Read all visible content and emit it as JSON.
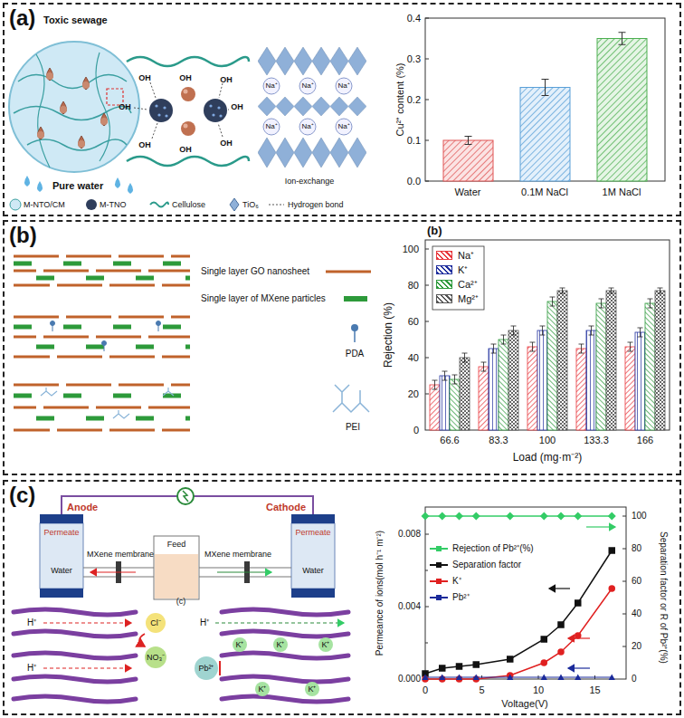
{
  "diagram": {
    "nodes": [
      {
        "text": [
          "(a)"
        ]
      },
      {
        "text": [
          "(b)"
        ]
      },
      {
        "text": [
          "(c)"
        ]
      }
    ],
    "labels": [
      "Toxic sewage",
      "Pure water",
      "OH",
      "OH",
      "OH",
      "OH",
      "OH",
      "OH",
      "OH",
      "OH",
      "Ion-exchange",
      "Na⁺",
      "Na⁺",
      "Na⁺",
      "Na⁺",
      "Na⁺",
      "Na⁺",
      "0.0",
      "0.1",
      "0.2",
      "0.3",
      "0.4",
      "Cu²⁺ content (%)",
      "Water",
      "0.1M NaCl",
      "1M NaCl",
      "(b)",
      "0",
      "20",
      "40",
      "60",
      "80",
      "100",
      "66.6",
      "83.3",
      "100",
      "133.3",
      "166",
      "Load (mg·m⁻²)",
      "Rejection (%)",
      "Anode",
      "Cathode",
      "Permeate",
      "Permeate",
      "Water",
      "Water",
      "Feed",
      "MXene membrane",
      "MXene membrane",
      "H⁺",
      "H⁺",
      "Cl⁻",
      "NO₃⁻",
      "H⁺",
      "Pb²⁺",
      "K⁺",
      "K⁺",
      "K⁺",
      "K⁺",
      "K⁺",
      "(c)",
      "0.000",
      "0.004",
      "0.008",
      "Permeance of ions(mol h⁻¹ m⁻²)",
      "0",
      "5",
      "10",
      "15",
      "Voltage(V)",
      "0",
      "20",
      "40",
      "60",
      "80",
      "100",
      "Separation factor or R of Pb²⁺(%)"
    ],
    "legend": [
      {
        "text": "M-NTO/CM"
      },
      {
        "text": "M-TNO"
      },
      {
        "text": "Cellulose"
      },
      {
        "text": "TiO₆"
      },
      {
        "text": "Hydrogen bond"
      },
      {
        "text": "Single layer GO nanosheet"
      },
      {
        "text": "Single layer of MXene particles"
      },
      {
        "text": "PDA"
      },
      {
        "text": "PEI"
      },
      {
        "text": "Na⁺",
        "color": "#e8383d"
      },
      {
        "text": "K⁺",
        "color": "#1f2f9e"
      },
      {
        "text": "Ca²⁺",
        "color": "#2e9a3c"
      },
      {
        "text": "Mg²⁺",
        "color": "#555555"
      },
      {
        "text": "Rejection of Pb²⁺(%)",
        "color": "#33cc66"
      },
      {
        "text": "Separation factor",
        "color": "#111111"
      },
      {
        "text": "K⁺",
        "color": "#e02020"
      },
      {
        "text": "Pb²⁺",
        "color": "#1a2a9a"
      }
    ]
  }
}
